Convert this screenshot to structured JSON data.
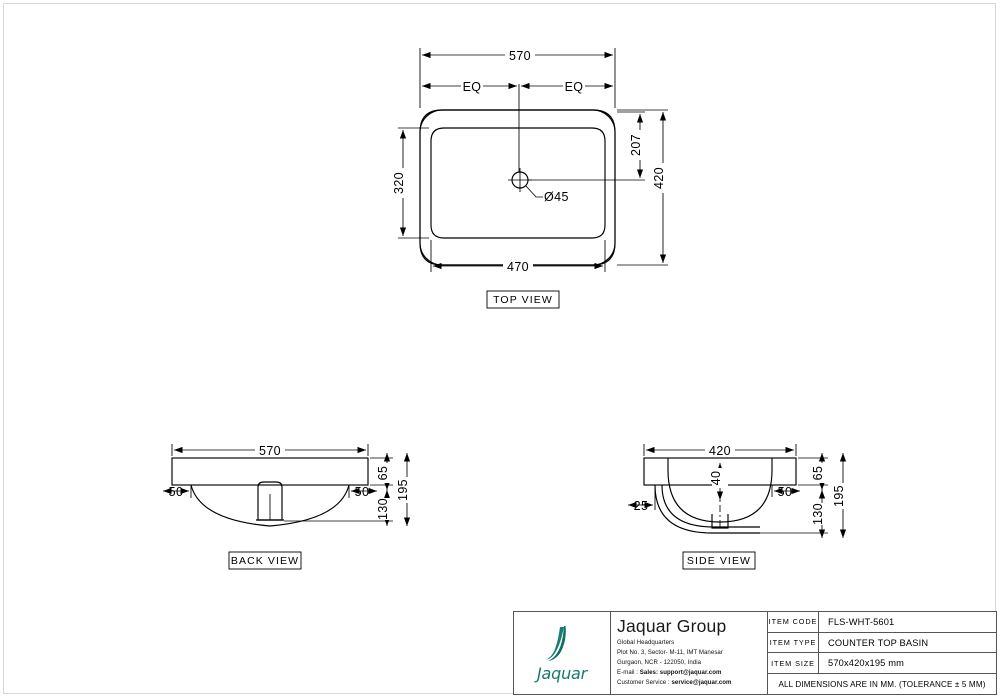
{
  "drawing": {
    "units_note": "ALL DIMENSIONS ARE IN MM. (TOLERANCE ± 5 MM)",
    "line_color": "#000000",
    "frame_color": "#d8d8d8"
  },
  "views": {
    "top": {
      "label": "TOP VIEW",
      "dims": {
        "overall_width": "570",
        "eq_left": "EQ",
        "eq_right": "EQ",
        "inner_height": "320",
        "inner_width": "470",
        "overall_depth": "420",
        "hole_offset": "207",
        "hole_diameter": "Ø45"
      }
    },
    "back": {
      "label": "BACK VIEW",
      "dims": {
        "overall_width": "570",
        "left_ledge": "50",
        "right_ledge": "50",
        "rim_height": "65",
        "bowl_depth": "130",
        "total_height": "195"
      }
    },
    "side": {
      "label": "SIDE VIEW",
      "dims": {
        "overall_width": "420",
        "left_ledge": "25",
        "right_ledge": "50",
        "water_depth": "40",
        "rim_height": "65",
        "bowl_depth": "130",
        "total_height": "195"
      }
    }
  },
  "title_block": {
    "logo": {
      "wordmark": "Jaquar",
      "swoosh_color": "#1b7d70",
      "word_color": "#17796d"
    },
    "company": {
      "name": "Jaquar Group",
      "hq_label": "Global Headquarters",
      "address_line1": "Plot No. 3, Sector- M-11, IMT Manesar",
      "address_line2": "Gurgaon, NCR - 122050, India",
      "email_prefix": "E-mail : ",
      "email_sales_label": "Sales: support@jaquar.com",
      "service_prefix": "Customer Service : ",
      "service_email": "service@jaquar.com"
    },
    "specs": [
      {
        "key": "ITEM  CODE",
        "value": "FLS-WHT-5601"
      },
      {
        "key": "ITEM  TYPE",
        "value": "COUNTER TOP BASIN"
      },
      {
        "key": "ITEM  SIZE",
        "value": "570x420x195 mm"
      }
    ],
    "note": "ALL DIMENSIONS ARE IN MM. (TOLERANCE ± 5 MM)"
  }
}
